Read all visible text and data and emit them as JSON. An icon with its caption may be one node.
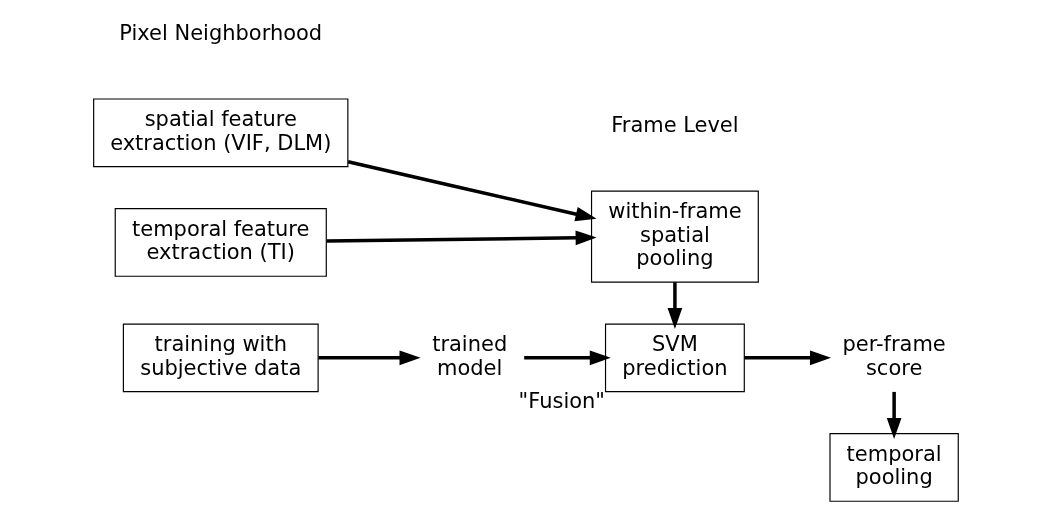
{
  "diagram": {
    "nodes": [
      {
        "text": [
          "spatial feature extraction (VIF, DLM)"
        ]
      },
      {
        "text": [
          "temporal feature extraction (TI)"
        ]
      },
      {
        "text": [
          "within-frame spatial pooling"
        ]
      },
      {
        "text": [
          "training with subjective data"
        ]
      },
      {
        "text": [
          "trained model"
        ]
      },
      {
        "text": [
          "SVM prediction"
        ],
        "beside": [
          "\"Fusion\""
        ]
      },
      {
        "text": [
          "per-frame score"
        ]
      },
      {
        "text": [
          "temporal pooling"
        ]
      }
    ],
    "edges": [
      {
        "from": 0,
        "to": 2,
        "arrow": "to"
      },
      {
        "from": 1,
        "to": 2,
        "arrow": "to"
      },
      {
        "from": 2,
        "to": 5,
        "arrow": "to"
      },
      {
        "from": 3,
        "to": 4,
        "arrow": "to"
      },
      {
        "from": 4,
        "to": 5,
        "arrow": "to"
      },
      {
        "from": 5,
        "to": 6,
        "arrow": "to"
      },
      {
        "from": 6,
        "to": 7,
        "arrow": "to"
      }
    ],
    "labels": [
      "Pixel Neighborhood",
      "Frame Level"
    ]
  }
}
